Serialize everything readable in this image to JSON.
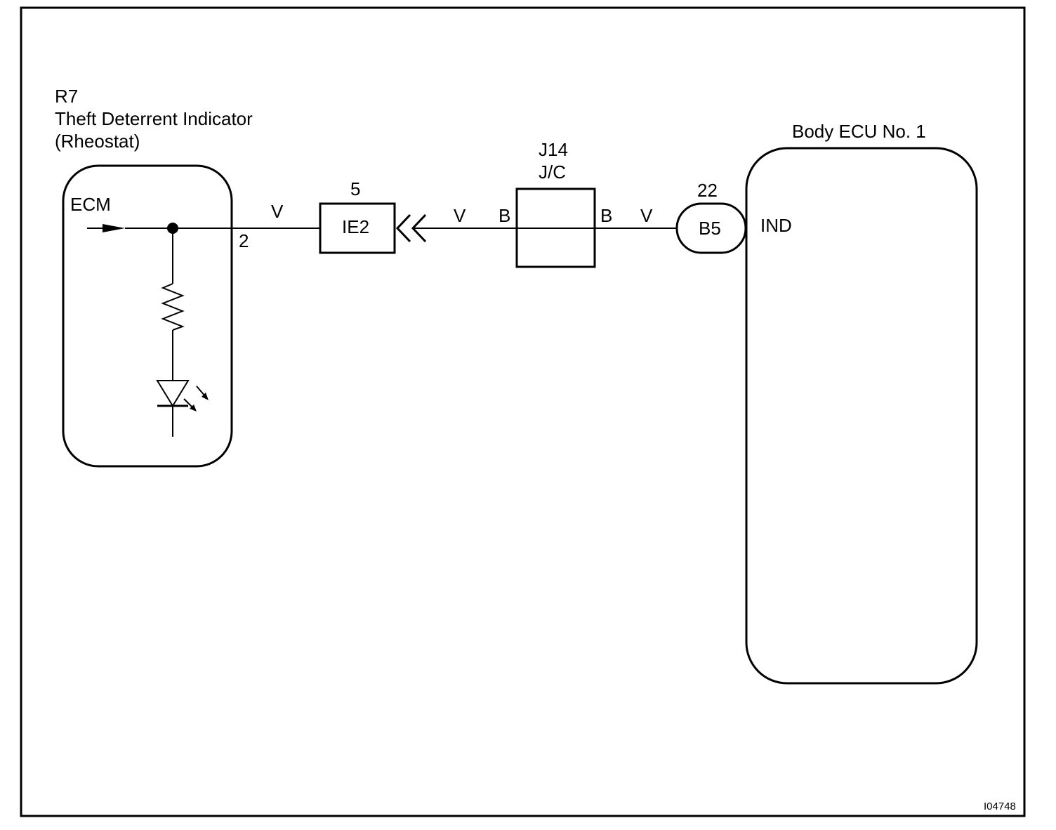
{
  "component_left": {
    "code": "R7",
    "name": "Theft Deterrent Indicator",
    "variant": "(Rheostat)",
    "input_label": "ECM",
    "pin": "2"
  },
  "connector_ie2": {
    "label": "IE2",
    "pin": "5"
  },
  "junction": {
    "code": "J14",
    "name": "J/C",
    "left_terminal": "B",
    "right_terminal": "B"
  },
  "connector_b5": {
    "label": "B5",
    "pin": "22"
  },
  "component_right": {
    "name": "Body ECU No. 1",
    "terminal": "IND"
  },
  "wires": {
    "w1_color": "V",
    "w2_color": "V",
    "w3_color": "V"
  },
  "figure_id": "I04748"
}
